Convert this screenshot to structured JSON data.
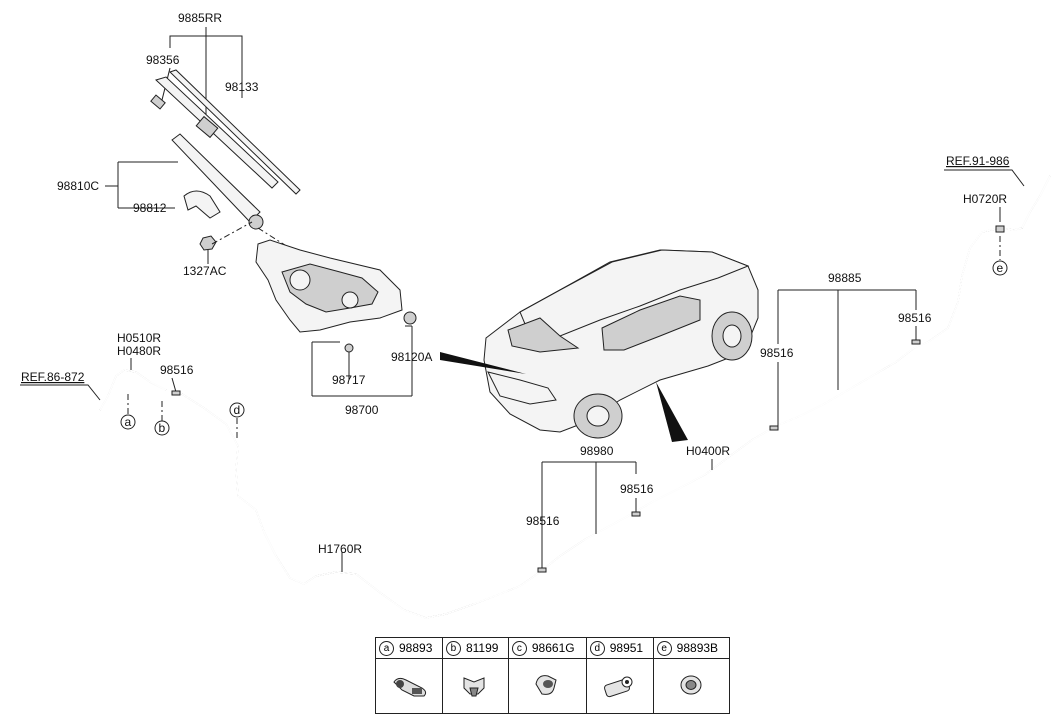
{
  "labels": {
    "blade_assy": "9885RR",
    "blade_cap": "98356",
    "blade_insert": "98133",
    "arm_assy": "98810C",
    "arm_cap": "98812",
    "nut": "1327AC",
    "motor_assy": "98700",
    "motor_bolt": "98717",
    "grommet": "98120A",
    "hose_front_a": "H0510R",
    "hose_front_b": "H0480R",
    "connector_left": "98516",
    "ref_left": "REF.86-872",
    "hose_long": "H1760R",
    "hose_nozzle_group": "98980",
    "nozzle_group_a": "98516",
    "nozzle_group_b": "98516",
    "hose_mid": "H0400R",
    "hose_group_right": "98885",
    "connector_right_a": "98516",
    "connector_right_b": "98516",
    "hose_right": "H0720R",
    "ref_right": "REF.91-986"
  },
  "callouts": {
    "a": "a",
    "b": "b",
    "d": "d",
    "e": "e"
  },
  "legend": [
    {
      "letter": "a",
      "part_no": "98893",
      "icon": "hose-clip-icon"
    },
    {
      "letter": "b",
      "part_no": "81199",
      "icon": "retainer-clip-icon"
    },
    {
      "letter": "c",
      "part_no": "98661G",
      "icon": "hose-clamp-icon"
    },
    {
      "letter": "d",
      "part_no": "98951",
      "icon": "connector-icon"
    },
    {
      "letter": "e",
      "part_no": "98893B",
      "icon": "grommet-icon"
    }
  ]
}
